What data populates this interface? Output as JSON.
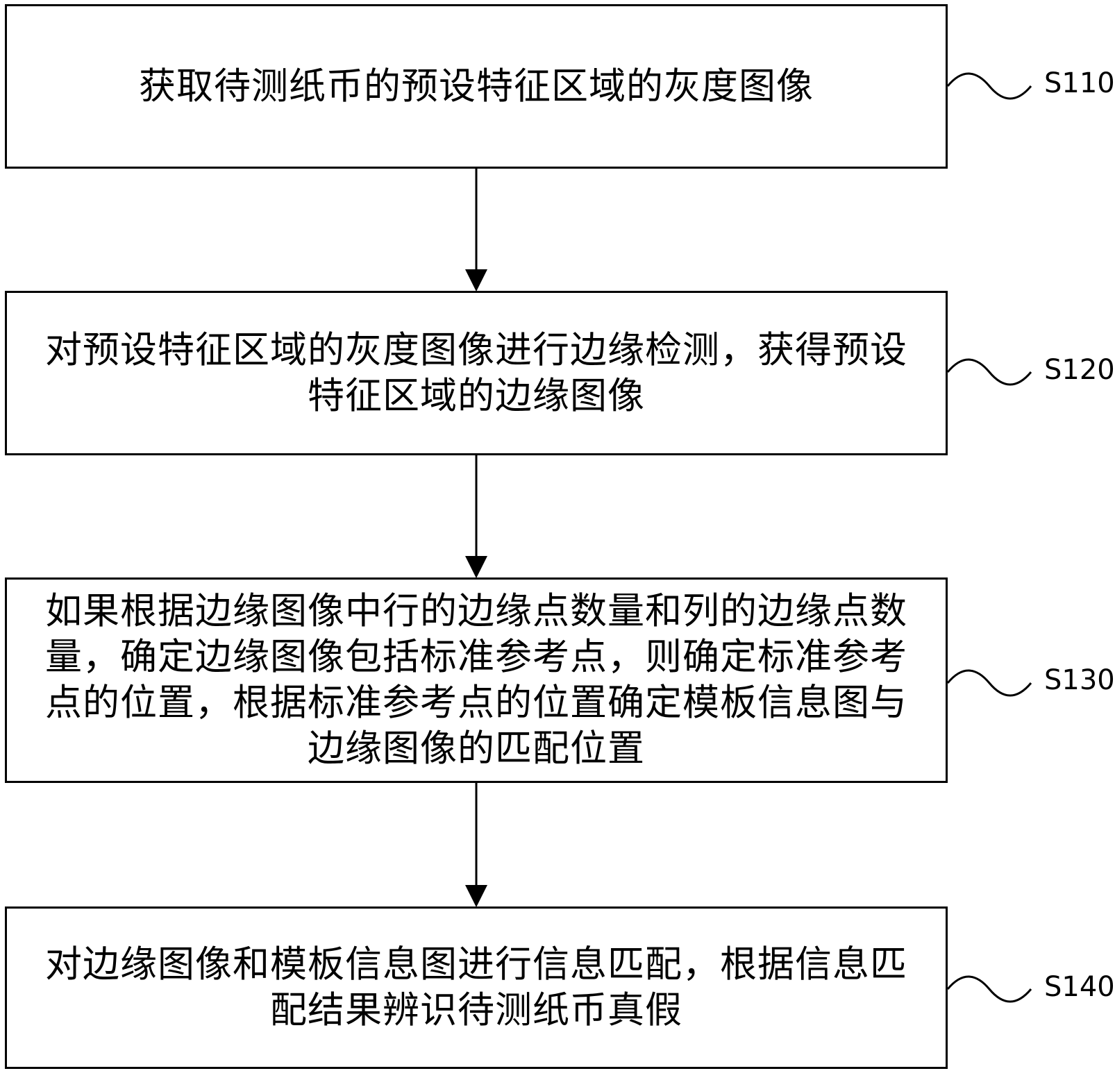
{
  "steps": [
    {
      "id": "S110",
      "label": "S110",
      "text": "获取待测纸币的预设特征区域的灰度图像"
    },
    {
      "id": "S120",
      "label": "S120",
      "text": "对预设特征区域的灰度图像进行边缘检测，获得预设特征区域的边缘图像"
    },
    {
      "id": "S130",
      "label": "S130",
      "text": "如果根据边缘图像中行的边缘点数量和列的边缘点数量，确定边缘图像包括标准参考点，则确定标准参考点的位置，根据标准参考点的位置确定模板信息图与边缘图像的匹配位置"
    },
    {
      "id": "S140",
      "label": "S140",
      "text": "对边缘图像和模板信息图进行信息匹配，根据信息匹配结果辨识待测纸币真假"
    }
  ],
  "colors": {
    "line": "#000000",
    "background": "#ffffff"
  }
}
